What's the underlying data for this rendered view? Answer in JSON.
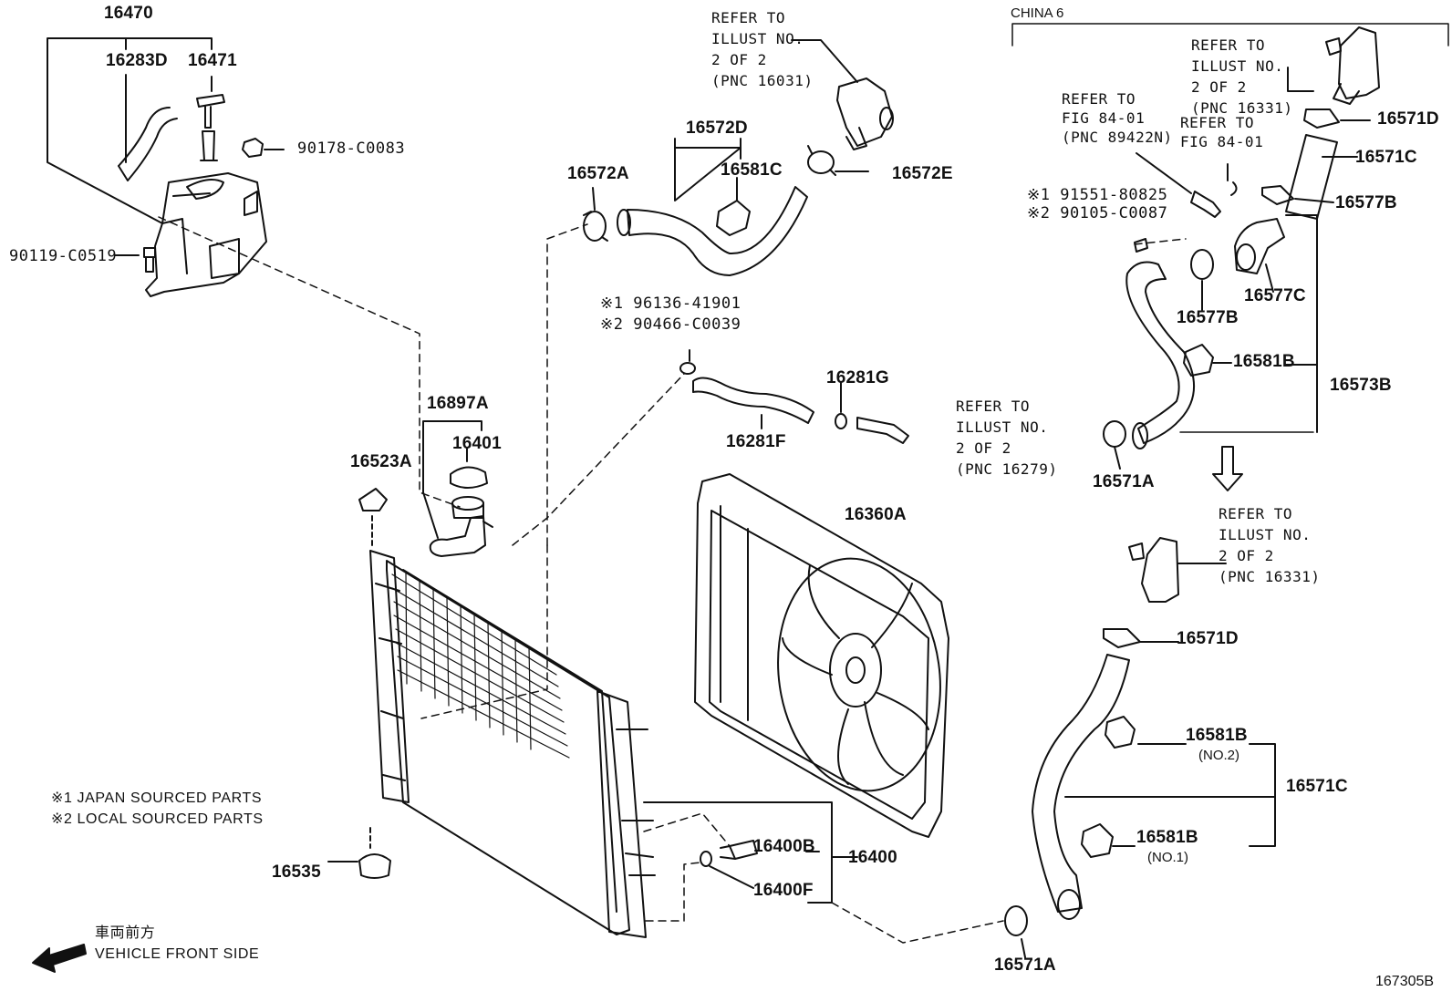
{
  "diagram": {
    "figure_code": "167305B",
    "region_label": "CHINA 6",
    "part_labels": {
      "p16470": "16470",
      "p16283D": "16283D",
      "p16471": "16471",
      "p90178": "90178-C0083",
      "p90119": "90119-C0519",
      "p16897A": "16897A",
      "p16401": "16401",
      "p16523A": "16523A",
      "p16535": "16535",
      "p16572A": "16572A",
      "p16572D": "16572D",
      "p16581C": "16581C",
      "p16572E": "16572E",
      "p16281G": "16281G",
      "p16281F": "16281F",
      "p16360A": "16360A",
      "p16400B": "16400B",
      "p16400": "16400",
      "p16400F": "16400F",
      "p16571D_top": "16571D",
      "p16571C_top": "16571C",
      "p16577B_r": "16577B",
      "p16577C": "16577C",
      "p16577B_l": "16577B",
      "p16581B_top": "16581B",
      "p16573B": "16573B",
      "p16571A_top": "16571A",
      "p16571D_bot": "16571D",
      "p16581B_no2": "16581B",
      "p16571C_bot": "16571C",
      "p16581B_no1": "16581B",
      "p16571A_bot": "16571A"
    },
    "sub_labels": {
      "no2": "(NO.2)",
      "no1": "(NO.1)"
    },
    "alt_parts": {
      "a1_line1": "※1 96136-41901",
      "a1_line2": "※2 90466-C0039",
      "a2_line1": "※1 91551-80825",
      "a2_line2": "※2 90105-C0087"
    },
    "references": {
      "ref_16031": [
        "REFER TO",
        "ILLUST NO.",
        "2 OF 2",
        "(PNC 16031)"
      ],
      "ref_16279": [
        "REFER TO",
        "ILLUST NO.",
        "2 OF 2",
        "(PNC 16279)"
      ],
      "ref_16331_top": [
        "REFER TO",
        "ILLUST NO.",
        "2 OF 2",
        "(PNC 16331)"
      ],
      "ref_16331_bot": [
        "REFER TO",
        "ILLUST NO.",
        "2 OF 2",
        "(PNC 16331)"
      ],
      "ref_fig_89422N": [
        "REFER TO",
        "FIG 84-01",
        "(PNC 89422N)"
      ],
      "ref_fig": [
        "REFER TO",
        "FIG 84-01"
      ]
    },
    "legend": {
      "japan": "※1 JAPAN SOURCED PARTS",
      "local": "※2 LOCAL SOURCED PARTS"
    },
    "direction": {
      "chinese": "車両前方",
      "english": "VEHICLE FRONT SIDE"
    }
  }
}
